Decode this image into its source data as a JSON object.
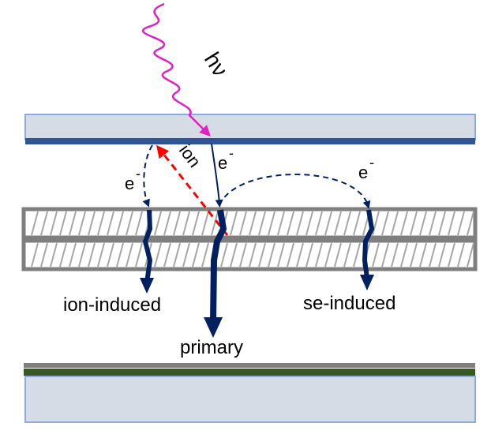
{
  "labels": {
    "photon": "hν",
    "ion": "ion",
    "electron": "e",
    "electron_charge": "-",
    "ion_induced": "ion-induced",
    "se_induced": "se-induced",
    "primary": "primary"
  },
  "colors": {
    "plate_fill": "#d6dce5",
    "plate_border": "#8faadc",
    "photocathode": "#2f5597",
    "anode": "#385723",
    "mcp_border": "#7f7f7f",
    "mcp_fill": "#ffffff",
    "channel_line": "#a6a6a6",
    "electron_path": "#002060",
    "photon": "#e020c0",
    "ion_path": "#ff0000"
  }
}
